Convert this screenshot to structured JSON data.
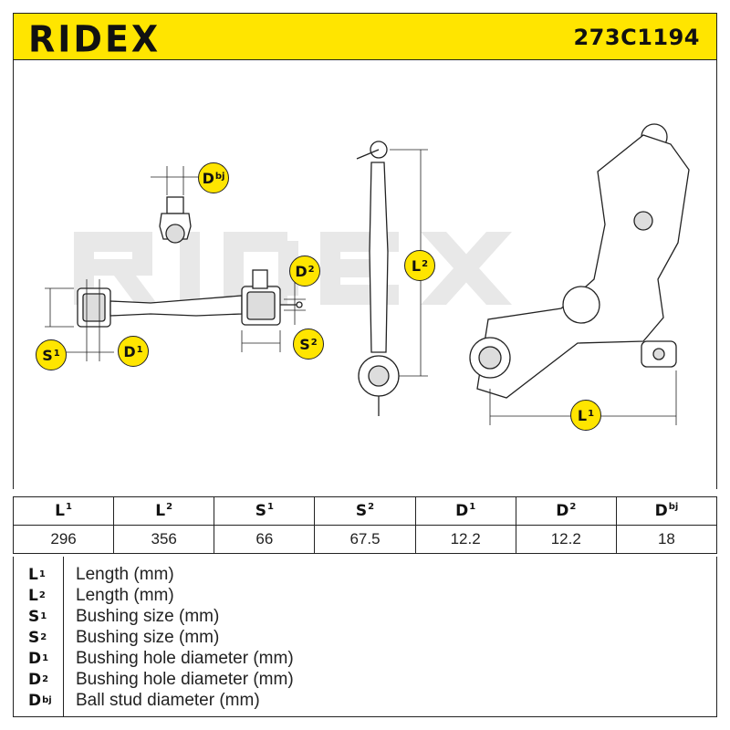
{
  "header": {
    "brand": "RIDEX",
    "part_number": "273C1194"
  },
  "badges": {
    "dbj": {
      "base": "D",
      "sup": "bj"
    },
    "d2": {
      "base": "D",
      "sup": "2"
    },
    "l2": {
      "base": "L",
      "sup": "2"
    },
    "s1": {
      "base": "S",
      "sup": "1"
    },
    "d1": {
      "base": "D",
      "sup": "1"
    },
    "s2": {
      "base": "S",
      "sup": "2"
    },
    "l1": {
      "base": "L",
      "sup": "1"
    }
  },
  "spec_table": {
    "headers": [
      {
        "base": "L",
        "sup": "1"
      },
      {
        "base": "L",
        "sup": "2"
      },
      {
        "base": "S",
        "sup": "1"
      },
      {
        "base": "S",
        "sup": "2"
      },
      {
        "base": "D",
        "sup": "1"
      },
      {
        "base": "D",
        "sup": "2"
      },
      {
        "base": "D",
        "sup": "bj"
      }
    ],
    "values": [
      "296",
      "356",
      "66",
      "67.5",
      "12.2",
      "12.2",
      "18"
    ]
  },
  "legend": [
    {
      "base": "L",
      "sup": "1",
      "text": "Length (mm)"
    },
    {
      "base": "L",
      "sup": "2",
      "text": "Length (mm)"
    },
    {
      "base": "S",
      "sup": "1",
      "text": "Bushing size (mm)"
    },
    {
      "base": "S",
      "sup": "2",
      "text": "Bushing size (mm)"
    },
    {
      "base": "D",
      "sup": "1",
      "text": "Bushing hole diameter (mm)"
    },
    {
      "base": "D",
      "sup": "2",
      "text": "Bushing hole diameter (mm)"
    },
    {
      "base": "D",
      "sup": "bj",
      "text": "Ball stud diameter (mm)"
    }
  ],
  "colors": {
    "accent": "#ffe500",
    "line": "#222222",
    "watermark": "#e6e6e6"
  }
}
